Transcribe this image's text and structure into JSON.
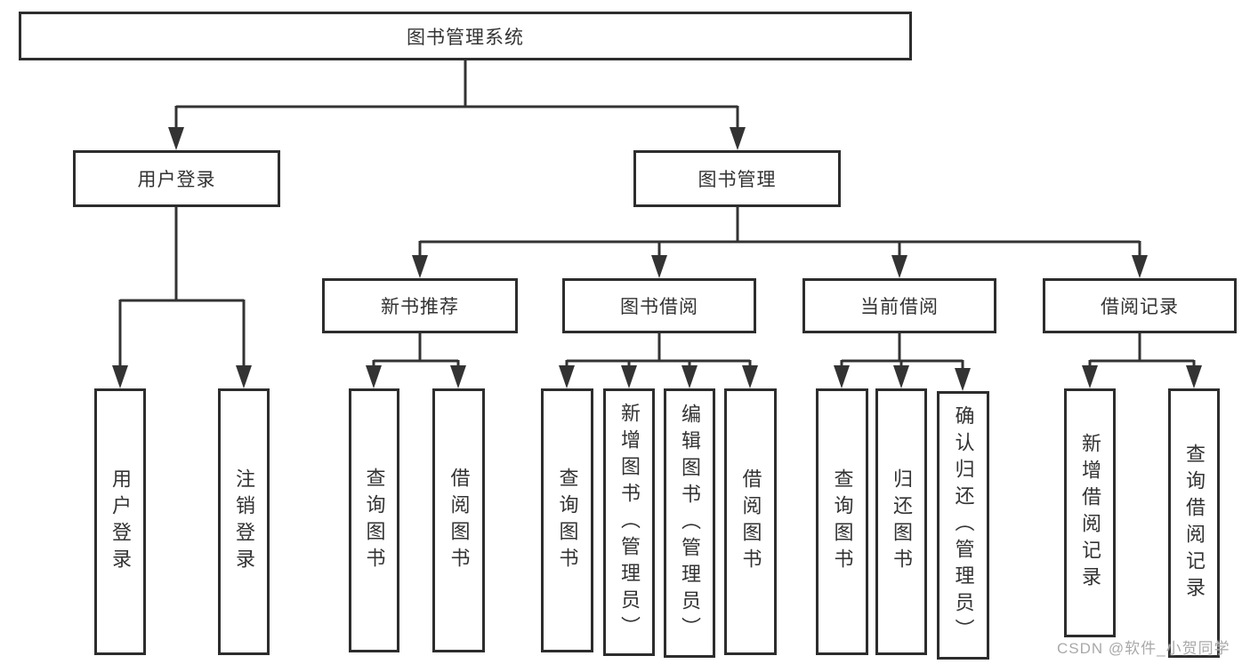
{
  "diagram": {
    "nodes": {
      "root": "图书管理系统",
      "user_login_branch": "用户登录",
      "book_management": "图书管理",
      "new_book_recommend": "新书推荐",
      "book_borrowing": "图书借阅",
      "current_borrowing": "当前借阅",
      "borrowing_records": "借阅记录",
      "user_login_leaf": "用户登录",
      "logout_leaf": "注销登录",
      "nb_query_books": "查询图书",
      "nb_borrow_books": "借阅图书",
      "bb_query_books": "查询图书",
      "bb_add_books": "新增图书（管理员）",
      "bb_edit_books": "编辑图书（管理员）",
      "bb_borrow_books": "借阅图书",
      "cb_query_books": "查询图书",
      "cb_return_books": "归还图书",
      "cb_confirm_return": "确认归还（管理员）",
      "br_add_record": "新增借阅记录",
      "br_query_record": "查询借阅记录"
    },
    "colors": {
      "line": "#333333",
      "box_border": "#2d2d2d",
      "text": "#333333",
      "watermark": "#a9a9a9"
    }
  },
  "watermark": "CSDN @软件_小贺同学"
}
